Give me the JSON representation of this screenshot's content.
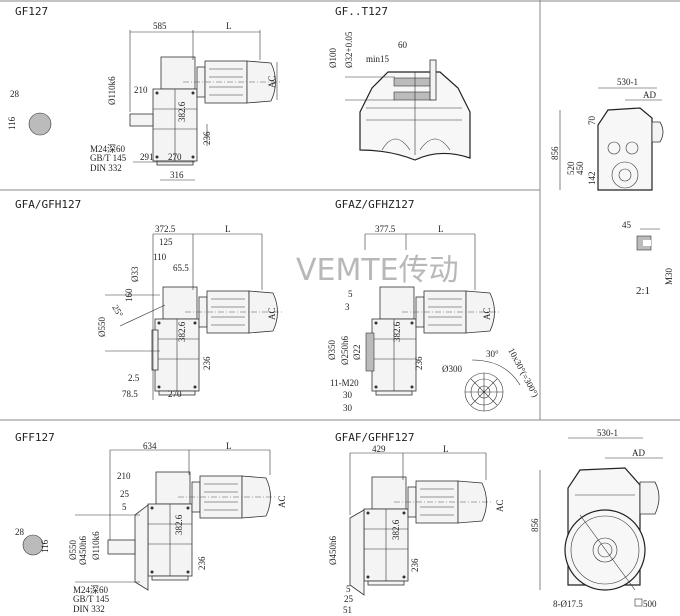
{
  "watermark": "VEMTE传动",
  "gf127": {
    "title": "GF127",
    "dims": {
      "d585": "585",
      "L": "L",
      "d28": "28",
      "d116": "116",
      "shaft_dia": "Ø110k6",
      "d210": "210",
      "d382": "382.6",
      "AC": "AC",
      "d236": "236",
      "thread": "M24深60",
      "std1": "GB/T 145",
      "std2": "DIN 332",
      "d291": "291",
      "d270": "270",
      "d316": "316"
    }
  },
  "gft127": {
    "title": "GF..T127",
    "dims": {
      "d100": "Ø100",
      "d32": "Ø32+0.05",
      "d60": "60",
      "min15": "min15"
    }
  },
  "end_view_top": {
    "dims": {
      "d530": "530-1",
      "AD": "AD",
      "d70": "70",
      "d856": "856",
      "d520": "520",
      "d450": "450",
      "d142": "142"
    }
  },
  "key_detail": {
    "dims": {
      "d45": "45",
      "M30": "M30",
      "scale": "2:1"
    }
  },
  "gfa127": {
    "title": "GFA/GFH127",
    "dims": {
      "d372": "372.5",
      "L": "L",
      "d125": "125",
      "d110": "110",
      "d65": "65.5",
      "d33": "Ø33",
      "d160": "160",
      "a25": "25°",
      "d550": "Ø550",
      "d382": "382.6",
      "AC": "AC",
      "d236": "236",
      "d2_5": "2.5",
      "d78": "78.5",
      "d270": "270"
    }
  },
  "gfaz127": {
    "title": "GFAZ/GFHZ127",
    "dims": {
      "d377": "377.5",
      "L": "L",
      "d5": "5",
      "d3": "3",
      "AC": "AC",
      "d382": "382.6",
      "d350": "Ø350",
      "d250": "Ø250h6",
      "d22": "Ø22",
      "d236": "236",
      "d300": "Ø300",
      "a30": "30°",
      "holes_angle": "10x30°(=300°)",
      "threads": "11-M20",
      "d30a": "30",
      "d30b": "30"
    }
  },
  "gff127": {
    "title": "GFF127",
    "dims": {
      "d634": "634",
      "L": "L",
      "d210": "210",
      "d25": "25",
      "d5": "5",
      "d28": "28",
      "d116": "116",
      "d550": "Ø550",
      "d450": "Ø450h6",
      "d110": "Ø110k6",
      "d382": "382.6",
      "AC": "AC",
      "d236": "236",
      "thread": "M24深60",
      "std1": "GB/T 145",
      "std2": "DIN 332"
    }
  },
  "gfaf127": {
    "title": "GFAF/GFHF127",
    "dims": {
      "d429": "429",
      "L": "L",
      "d450": "Ø450h6",
      "d382": "382.6",
      "AC": "AC",
      "d236": "236",
      "d5": "5",
      "d25": "25",
      "d51": "51"
    }
  },
  "end_view_bottom": {
    "dims": {
      "d530": "530-1",
      "AD": "AD",
      "d856": "856",
      "holes": "8-Ø17.5",
      "sq500": "500"
    }
  }
}
